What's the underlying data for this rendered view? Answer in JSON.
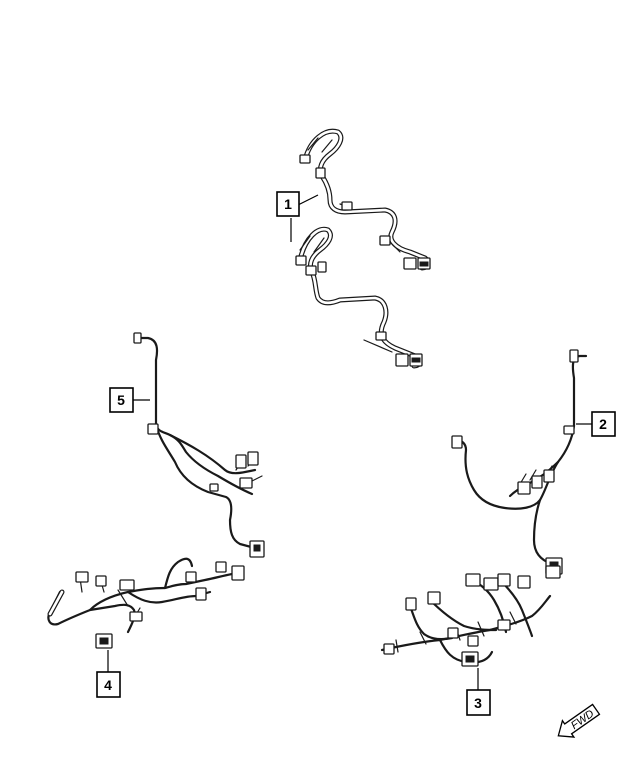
{
  "callouts": [
    {
      "id": "1",
      "label": "1"
    },
    {
      "id": "2",
      "label": "2"
    },
    {
      "id": "3",
      "label": "3"
    },
    {
      "id": "4",
      "label": "4"
    },
    {
      "id": "5",
      "label": "5"
    }
  ],
  "direction_indicator": {
    "label": "FWD",
    "icon": "arrow-icon"
  },
  "colors": {
    "line": "#1a1a1a",
    "background": "#ffffff"
  }
}
